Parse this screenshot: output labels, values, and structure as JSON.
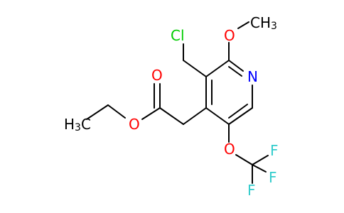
{
  "structure": {
    "atoms": {
      "chlorine": {
        "symbol": "Cl",
        "color": "#00cc00"
      },
      "methoxy_oxygen": {
        "symbol": "O",
        "color": "#ff0000"
      },
      "methoxy_methyl": {
        "symbol": "CH",
        "subscript": "3",
        "color": "#000000"
      },
      "ring_nitrogen": {
        "symbol": "N",
        "color": "#0000ff"
      },
      "carbonyl_oxygen": {
        "symbol": "O",
        "color": "#ff0000"
      },
      "ester_oxygen": {
        "symbol": "O",
        "color": "#ff0000"
      },
      "ethyl_methyl": {
        "symbol": "H",
        "subscript": "3",
        "suffix": "C",
        "color": "#000000"
      },
      "ether_oxygen": {
        "symbol": "O",
        "color": "#ff0000"
      },
      "fluorine_1": {
        "symbol": "F",
        "color": "#33cccc"
      },
      "fluorine_2": {
        "symbol": "F",
        "color": "#33cccc"
      },
      "fluorine_3": {
        "symbol": "F",
        "color": "#33cccc"
      }
    },
    "colors": {
      "bond": "#000000",
      "background": "#ffffff"
    }
  }
}
